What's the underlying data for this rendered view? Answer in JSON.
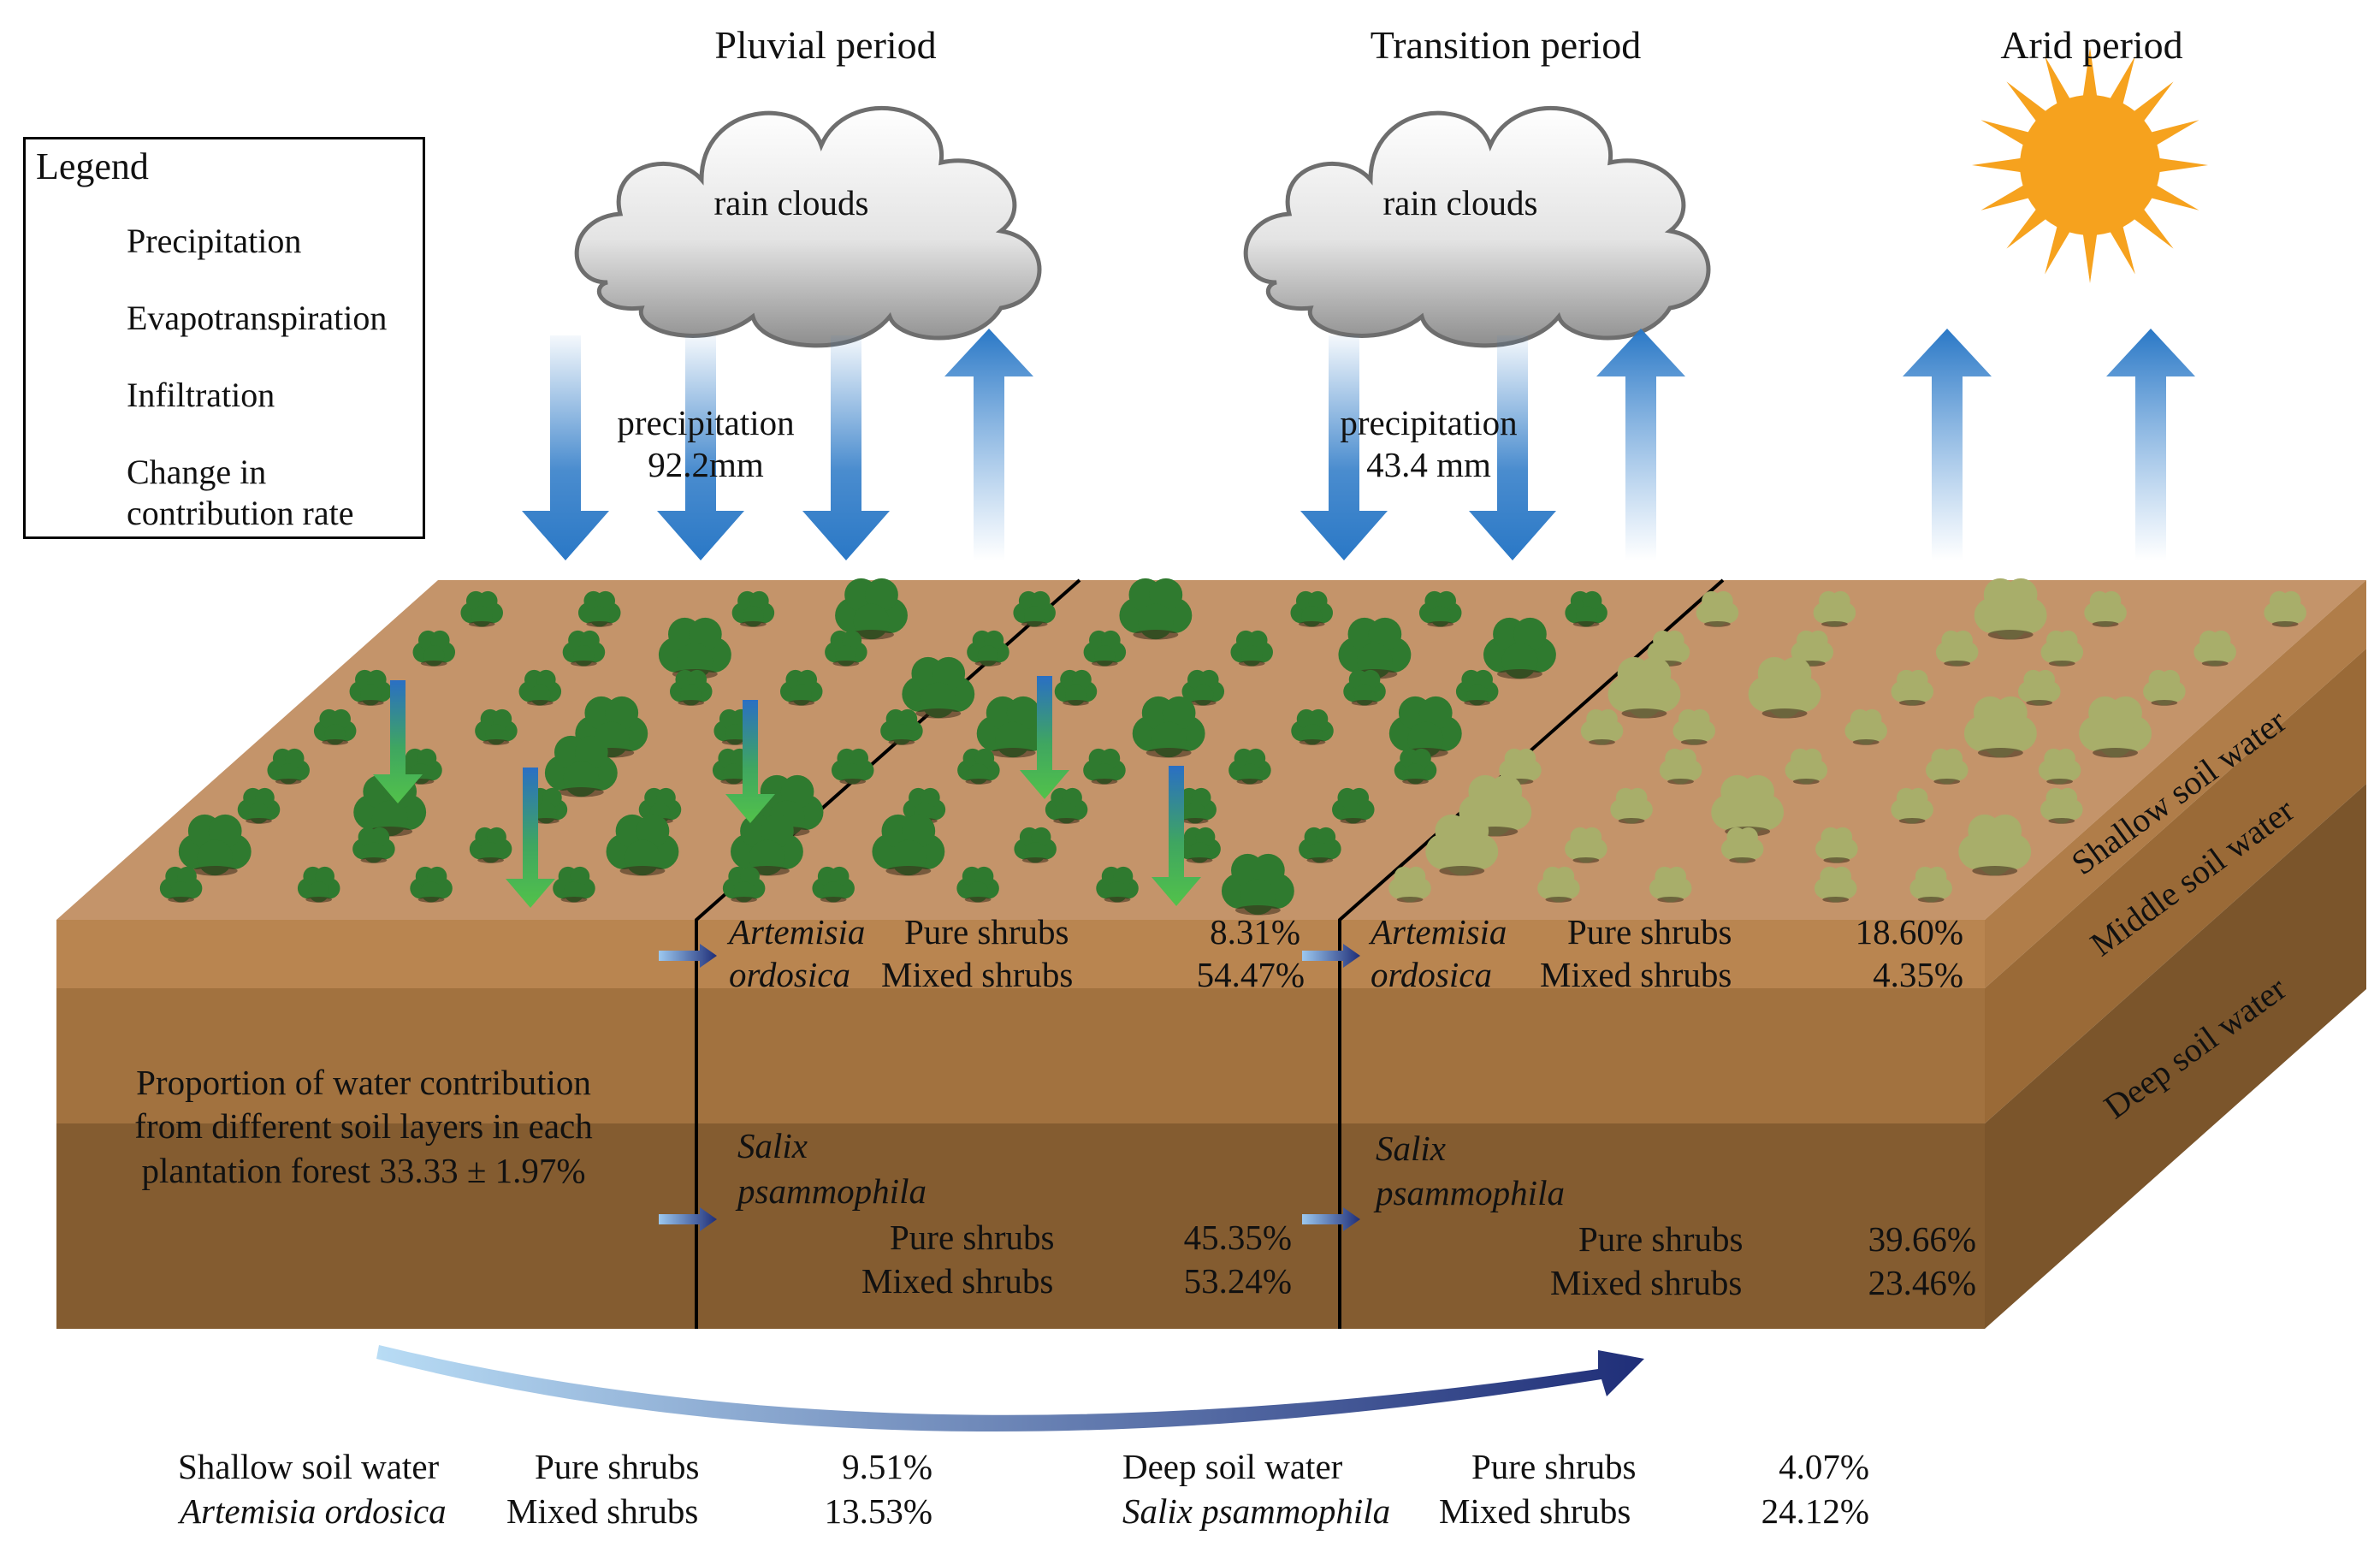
{
  "periods": {
    "pluvial": "Pluvial period",
    "transition": "Transition period",
    "arid": "Arid period"
  },
  "clouds": {
    "pluvial_label": "rain clouds",
    "transition_label": "rain clouds"
  },
  "precip_labels": {
    "pluvial_line1": "precipitation",
    "pluvial_line2": "92.2mm",
    "transition_line1": "precipitation",
    "transition_line2": "43.4 mm"
  },
  "legend": {
    "title": "Legend",
    "precipitation": "Precipitation",
    "evapotranspiration": "Evapotranspiration",
    "infiltration": "Infiltration",
    "change_line1": "Change in",
    "change_line2": "contribution rate"
  },
  "layers": {
    "shallow": "Shallow soil water",
    "middle": "Middle soil water",
    "deep": "Deep soil water"
  },
  "proportion_text": {
    "line1": "Proportion of water contribution",
    "line2": "from different soil layers in each",
    "line3": "plantation forest  33.33 ± 1.97%"
  },
  "transition_block": {
    "artemisia_line1": "Artemisia",
    "artemisia_line2": "ordosica",
    "pure_label": "Pure shrubs",
    "mixed_label": "Mixed shrubs",
    "artemisia_pure": "8.31%",
    "artemisia_mixed": "54.47%",
    "salix_line1": "Salix",
    "salix_line2": "psammophila",
    "salix_pure": "45.35%",
    "salix_mixed": "53.24%"
  },
  "arid_block": {
    "artemisia_line1": "Artemisia",
    "artemisia_line2": "ordosica",
    "pure_label": "Pure shrubs",
    "mixed_label": "Mixed shrubs",
    "artemisia_pure": "18.60%",
    "artemisia_mixed": "4.35%",
    "salix_line1": "Salix",
    "salix_line2": "psammophila",
    "salix_pure": "39.66%",
    "salix_mixed": "23.46%"
  },
  "bottom_summary": {
    "left_layer": "Shallow soil water",
    "left_species": "Artemisia ordosica",
    "left_pure_label": "Pure shrubs",
    "left_mixed_label": "Mixed shrubs",
    "left_pure": "9.51%",
    "left_mixed": "13.53%",
    "right_layer": "Deep soil water",
    "right_species": "Salix psammophila",
    "right_pure_label": "Pure shrubs",
    "right_mixed_label": "Mixed shrubs",
    "right_pure": "4.07%",
    "right_mixed": "24.12%"
  },
  "colors": {
    "surface": "#c4946a",
    "shallow_front": "#b98550",
    "middle_front": "#a2723f",
    "deep_front": "#845c30",
    "precip_arrow": "#2a78c6",
    "infiltration_arrow": "#3fb24a",
    "shrub_green": "#2f7a2f",
    "shrub_dry": "#a8ae6a",
    "sun": "#f6a21e",
    "curve_end": "#1f2e78"
  }
}
